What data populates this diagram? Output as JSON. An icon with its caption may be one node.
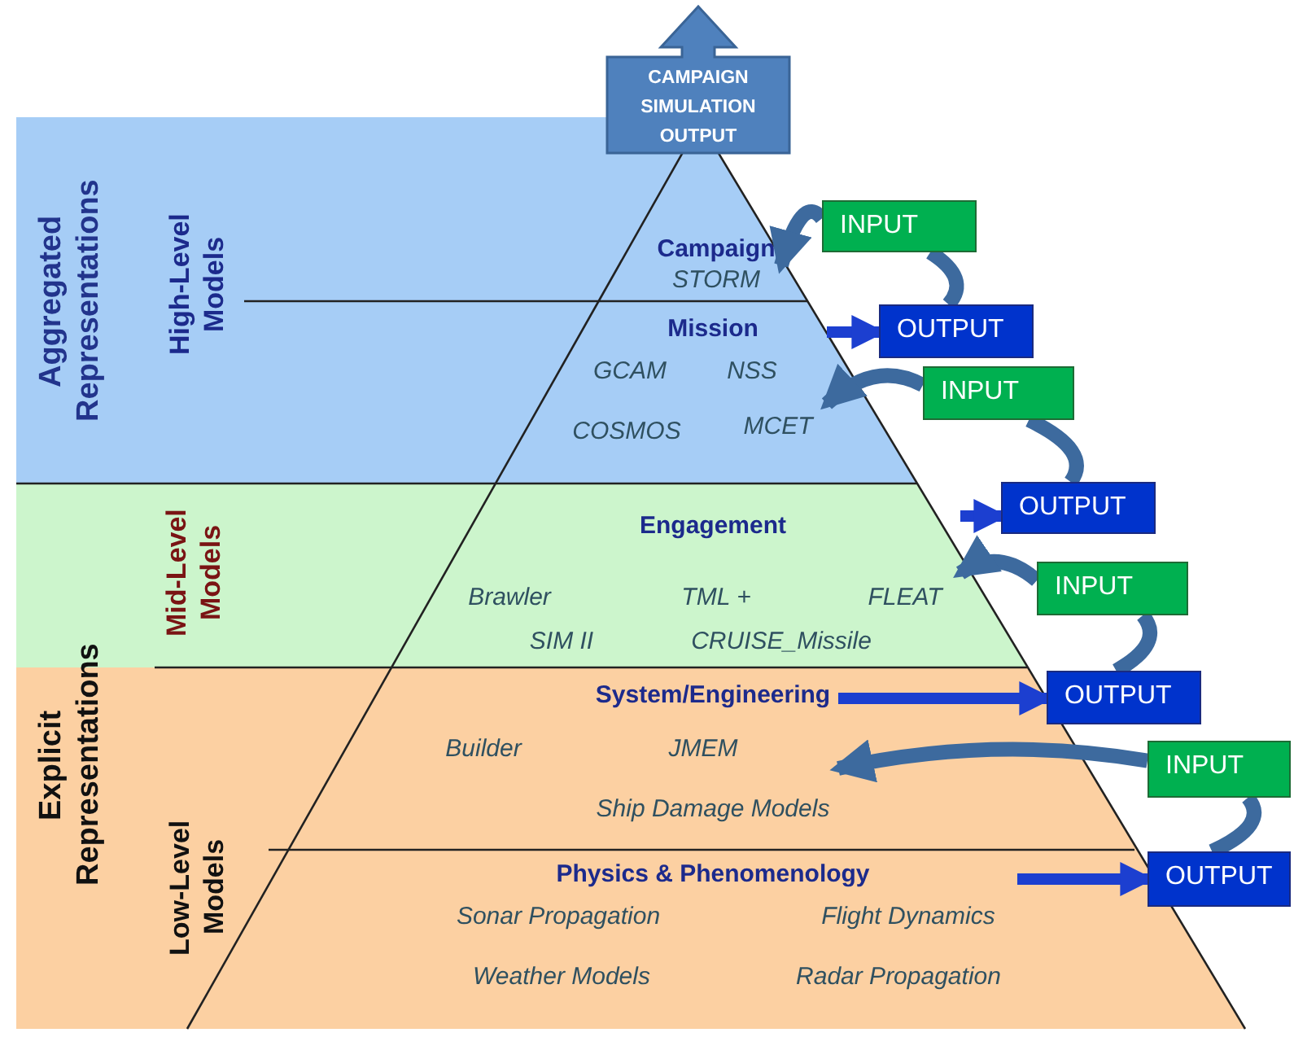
{
  "diagram": {
    "nodes": [
      {
        "text": [
          "CAMPAIGN SIMULATION OUTPUT"
        ]
      },
      {
        "text": [
          "High-Level Models"
        ]
      },
      {
        "text": [
          "Campaign",
          "STORM"
        ],
        "in": 1
      },
      {
        "text": [
          "Mission",
          "GCAM",
          "NSS",
          "COSMOS",
          "MCET"
        ],
        "in": 1
      },
      {
        "text": [
          "Mid-Level Models"
        ]
      },
      {
        "text": [
          "Engagement",
          "Brawler",
          "TML +",
          "FLEAT",
          "SIM II",
          "CRUISE_Missile"
        ],
        "in": 4
      },
      {
        "text": [
          "Low-Level Models"
        ]
      },
      {
        "text": [
          "System/Engineering",
          "Builder",
          "JMEM",
          "Ship Damage Models"
        ],
        "in": 6
      },
      {
        "text": [
          "Physics & Phenomenology",
          "Sonar Propagation",
          "Flight Dynamics",
          "Weather Models",
          "Radar Propagation"
        ],
        "in": 6
      },
      {
        "text": [
          "INPUT"
        ]
      },
      {
        "text": [
          "OUTPUT"
        ]
      },
      {
        "text": [
          "INPUT"
        ]
      },
      {
        "text": [
          "OUTPUT"
        ]
      },
      {
        "text": [
          "INPUT"
        ]
      },
      {
        "text": [
          "OUTPUT"
        ]
      },
      {
        "text": [
          "INPUT"
        ]
      },
      {
        "text": [
          "OUTPUT"
        ]
      }
    ],
    "edges": [
      {
        "from": 3,
        "to": 10,
        "arrow": "to",
        "color": "#1c3fd0"
      },
      {
        "from": 10,
        "to": 9,
        "arrow": "none"
      },
      {
        "from": 9,
        "to": 2,
        "arrow": "to"
      },
      {
        "from": 5,
        "to": 12,
        "arrow": "to",
        "color": "#1c3fd0"
      },
      {
        "from": 12,
        "to": 11,
        "arrow": "none"
      },
      {
        "from": 11,
        "to": 3,
        "arrow": "to"
      },
      {
        "from": 7,
        "to": 14,
        "arrow": "to",
        "color": "#1c3fd0"
      },
      {
        "from": 14,
        "to": 13,
        "arrow": "none"
      },
      {
        "from": 13,
        "to": 5,
        "arrow": "to"
      },
      {
        "from": 8,
        "to": 16,
        "arrow": "to",
        "color": "#1c3fd0"
      },
      {
        "from": 16,
        "to": 15,
        "arrow": "none"
      },
      {
        "from": 15,
        "to": 7,
        "arrow": "to"
      }
    ],
    "labels": [
      "Aggregated Representations",
      "Explicit Representations"
    ]
  }
}
